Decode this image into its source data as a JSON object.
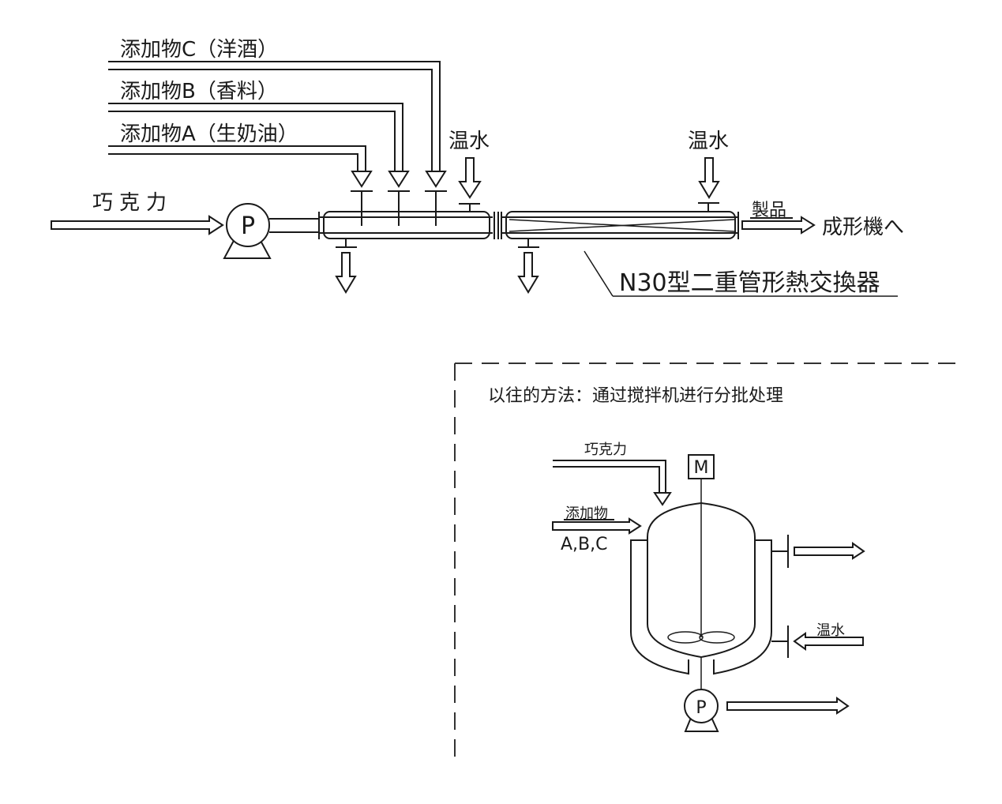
{
  "new_process": {
    "feeds": [
      {
        "name": "additive-c",
        "label": "添加物C（洋酒）"
      },
      {
        "name": "additive-b",
        "label": "添加物B（香料）"
      },
      {
        "name": "additive-a",
        "label": "添加物A（生奶油）"
      }
    ],
    "chocolate_label": "巧克力",
    "pump_label": "P",
    "warm_water_label_1": "温水",
    "warm_water_label_2": "温水",
    "product_label": "製品",
    "destination_label": "成形機へ",
    "exchanger_label": "N30型二重管形熱交換器"
  },
  "old_process": {
    "title": "以往的方法：通过搅拌机进行分批处理",
    "chocolate_label": "巧克力",
    "additive_label": "添加物",
    "additive_list": "A,B,C",
    "motor_label": "M",
    "warm_water_label": "温水",
    "pump_label": "P"
  }
}
